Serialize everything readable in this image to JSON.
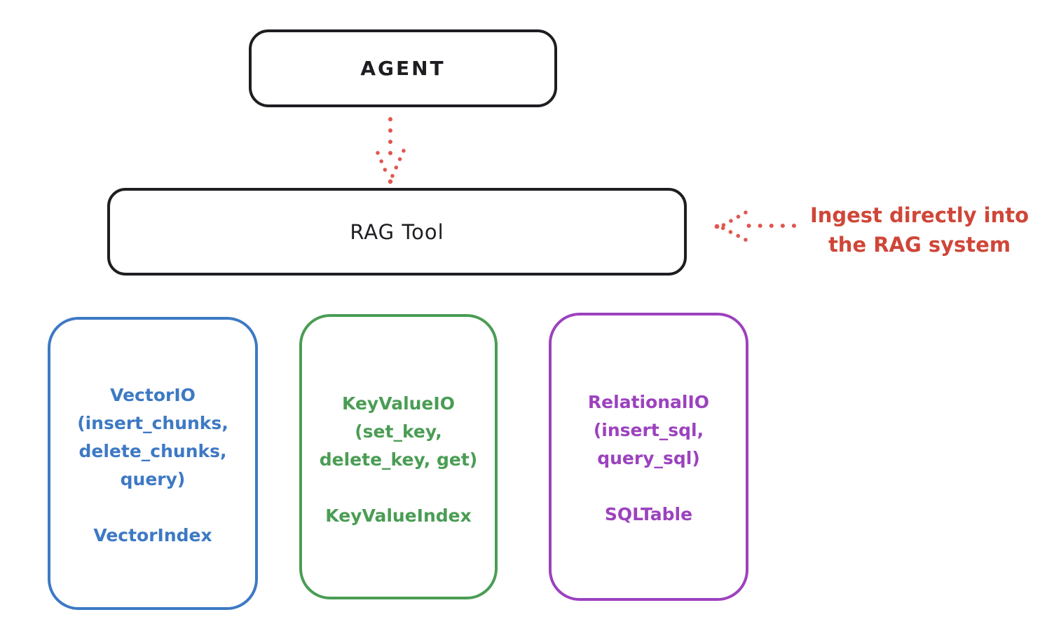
{
  "diagram": {
    "agent_box": {
      "label": "AGENT"
    },
    "rag_tool_box": {
      "label": "RAG Tool"
    },
    "annotation": {
      "line1": "Ingest directly into",
      "line2": "the RAG system",
      "color": "#cf4638"
    },
    "arrows": [
      {
        "name": "agent-to-rag-tool",
        "style": "dotted",
        "direction": "down",
        "color": "#e05750"
      },
      {
        "name": "annotation-to-rag-tool",
        "style": "dotted",
        "direction": "left",
        "color": "#e05750"
      }
    ],
    "storage_boxes": [
      {
        "id": "vector",
        "title": "VectorIO",
        "methods": [
          "(insert_chunks,",
          "delete_chunks,",
          "query)"
        ],
        "index_label": "VectorIndex",
        "color": "#3d79c4"
      },
      {
        "id": "keyvalue",
        "title": "KeyValueIO",
        "methods": [
          "(set_key,",
          "delete_key, get)"
        ],
        "index_label": "KeyValueIndex",
        "color": "#4a9d54"
      },
      {
        "id": "relational",
        "title": "RelationalIO",
        "methods": [
          "(insert_sql,",
          "query_sql)"
        ],
        "index_label": "SQLTable",
        "color": "#9c42be"
      }
    ],
    "colors": {
      "ink": "#1e1e22",
      "red": "#cf4638",
      "background": "#ffffff"
    }
  }
}
